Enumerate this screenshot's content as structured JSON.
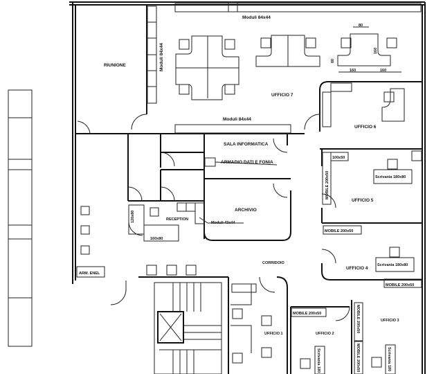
{
  "title": "Office floor plan",
  "rooms": {
    "riunione": "RIUNIONE",
    "ufficio7": "UFFICIO 7",
    "ufficio6": "UFFICIO 6",
    "sala_informatica": "SALA INFORMATICA",
    "armadio": "ARMADIO DATI E FONIA",
    "archivio": "ARCHIVIO",
    "reception": "RECEPTION",
    "ufficio5": "UFFICIO 5",
    "ufficio4": "UFFICIO 4",
    "corridoio": "CORRIDOIO",
    "arm_enel": "ARM. ENEL",
    "ufficio1": "UFFICIO 1",
    "ufficio2": "UFFICIO 2",
    "ufficio3": "UFFICIO 3"
  },
  "furniture": {
    "moduli_top": "Moduli 84x44",
    "moduli_vertical": "Moduli 84x44",
    "moduli_mid": "Moduli 84x44",
    "moduli_reception": "Moduli 43x44",
    "desk_120x80": "120x80",
    "desk_160x80": "160x80",
    "mobile_100x50": "100x50",
    "mobile_u5": "MOBILE 200x50",
    "scrivania_u5": "Scrivania 180x80",
    "mobile_u4": "MOBILE 200x50",
    "scrivania_u4": "Scrivania 180x80",
    "mobile_u3_top": "MOBILE 200x50",
    "mobile_u2": "MOBILE 200x50",
    "mobile_u3_v1": "MOBILE 200x50",
    "mobile_u3_v2": "MOBILE 200x50",
    "scrivania_u2": "Scrivania 180",
    "scrivania_u3": "Scrivania 180"
  },
  "dimensions": {
    "d80": "80",
    "d160v": "160",
    "d60": "60",
    "d160a": "160",
    "d160b": "160"
  }
}
